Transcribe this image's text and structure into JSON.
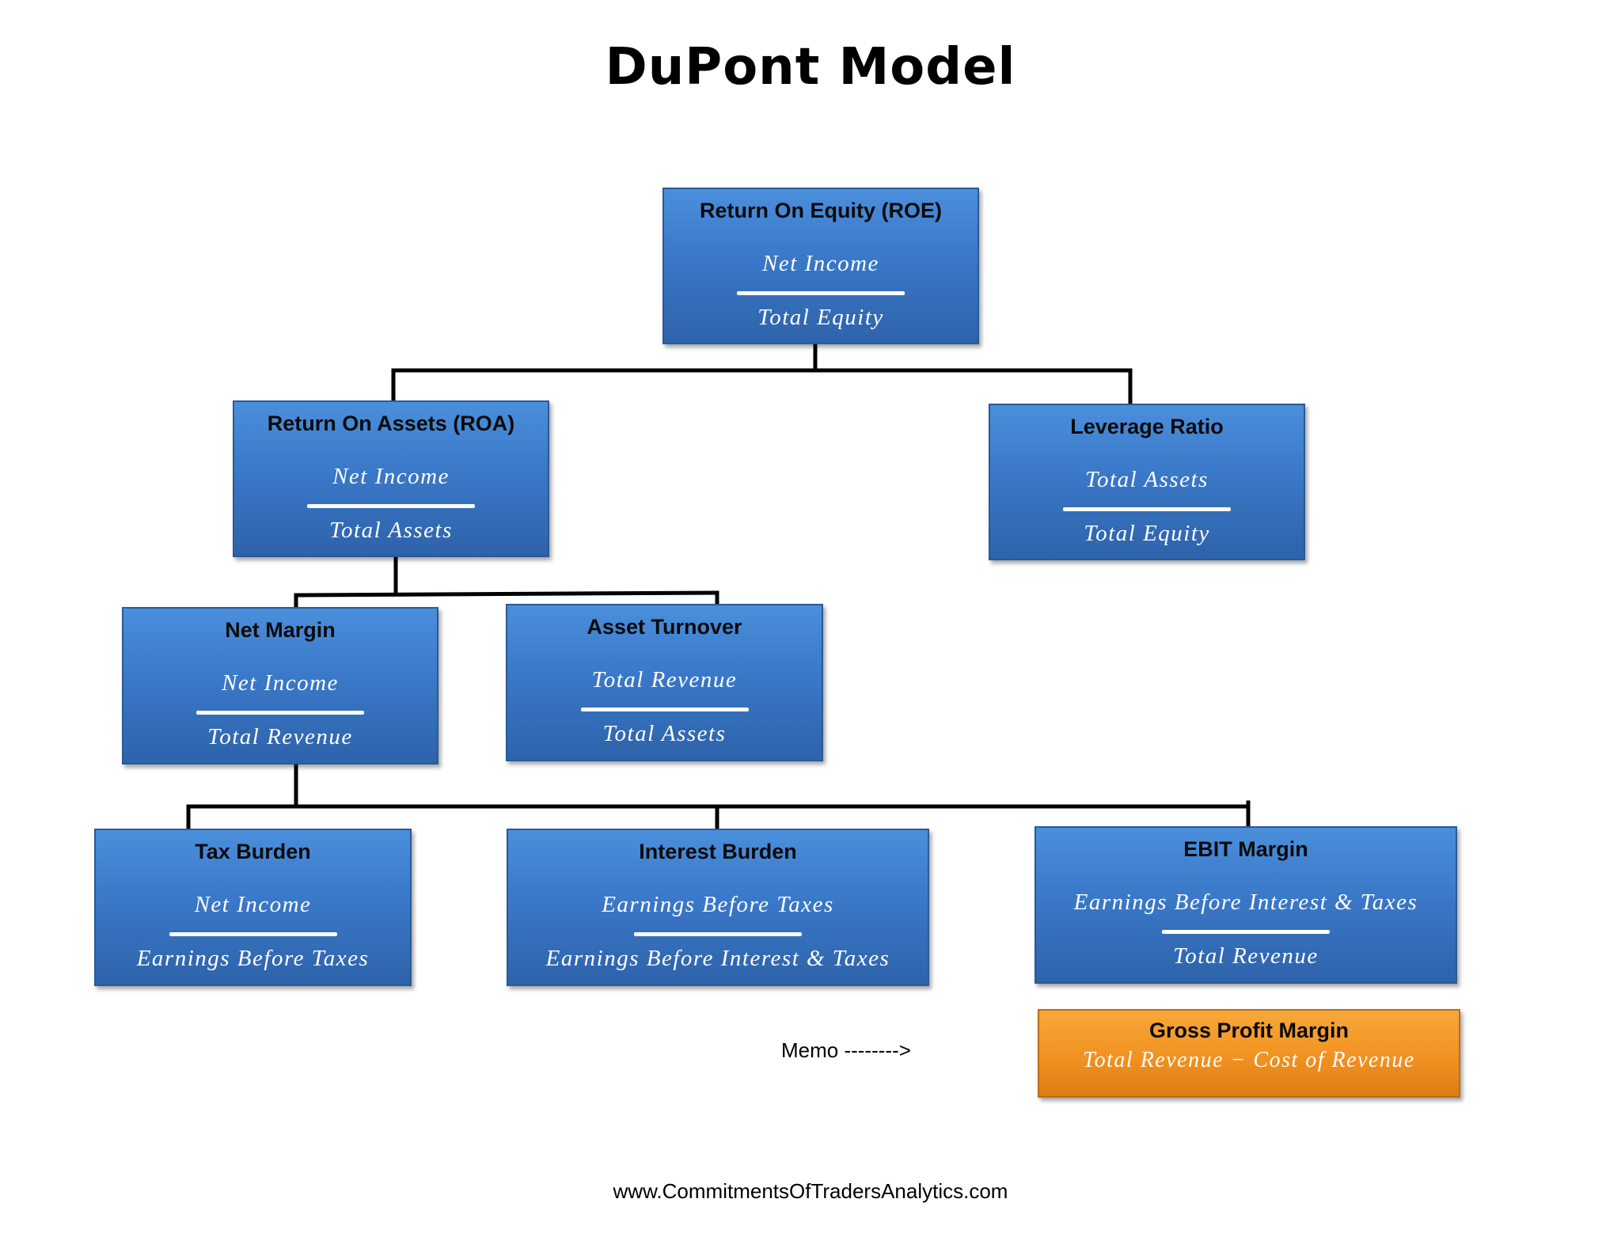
{
  "title": "DuPont Model",
  "boxes": {
    "roe": {
      "title": "Return On Equity (ROE)",
      "numerator": "Net Income",
      "denominator": "Total Equity"
    },
    "roa": {
      "title": "Return On Assets (ROA)",
      "numerator": "Net Income",
      "denominator": "Total Assets"
    },
    "leverage": {
      "title": "Leverage Ratio",
      "numerator": "Total Assets",
      "denominator": "Total Equity"
    },
    "net_margin": {
      "title": "Net Margin",
      "numerator": "Net Income",
      "denominator": "Total Revenue"
    },
    "asset_turnover": {
      "title": "Asset Turnover",
      "numerator": "Total Revenue",
      "denominator": "Total Assets"
    },
    "tax_burden": {
      "title": "Tax Burden",
      "numerator": "Net Income",
      "denominator": "Earnings Before Taxes"
    },
    "interest_burden": {
      "title": "Interest Burden",
      "numerator": "Earnings Before Taxes",
      "denominator": "Earnings Before Interest & Taxes"
    },
    "ebit_margin": {
      "title": "EBIT Margin",
      "numerator": "Earnings Before Interest & Taxes",
      "denominator": "Total Revenue"
    }
  },
  "memo": {
    "label": "Memo -------->",
    "title": "Gross Profit Margin",
    "formula": "Total Revenue  − Cost of Revenue"
  },
  "footer": "www.CommitmentsOfTradersAnalytics.com",
  "colors": {
    "box_fill": "#3a78c8",
    "memo_fill": "#f29424",
    "connector": "#000000"
  }
}
